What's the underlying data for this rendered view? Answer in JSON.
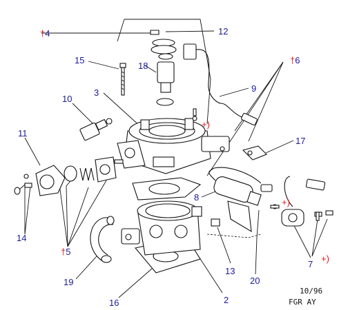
{
  "callouts": {
    "c2": "2",
    "c3": "3",
    "c4": "4",
    "c5": "5",
    "c6": "6",
    "c7": "7",
    "c8": "8",
    "c9": "9",
    "c10": "10",
    "c11": "11",
    "c12": "12",
    "c13": "13",
    "c14": "14",
    "c15": "15",
    "c16": "16",
    "c17": "17",
    "c18": "18",
    "c19": "19",
    "c20": "20"
  },
  "markers": {
    "dagger": "†",
    "plus_paren": "+)"
  },
  "footer": {
    "date": "10/96",
    "code": "FGR AY"
  },
  "colors": {
    "callout": "#1a1a9a",
    "marker": "#e0151b",
    "line": "#111111"
  }
}
